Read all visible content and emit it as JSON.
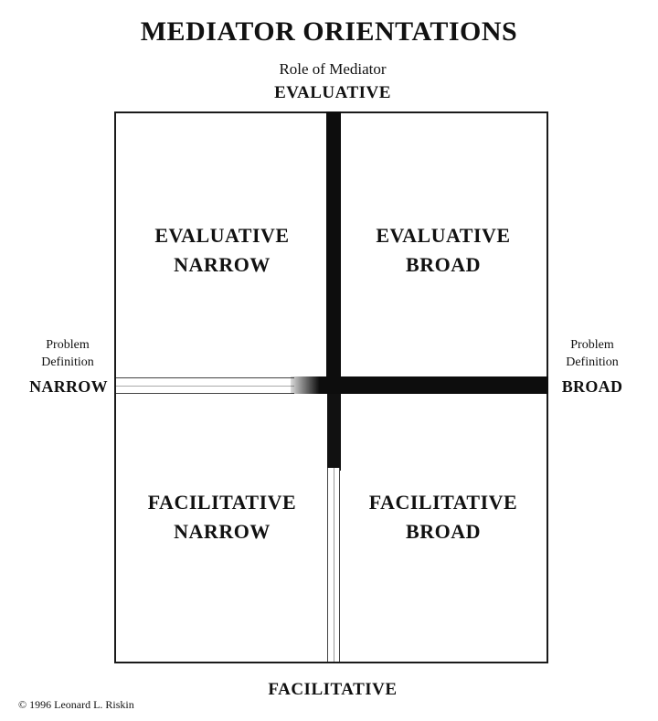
{
  "title": "MEDIATOR ORIENTATIONS",
  "top_axis": {
    "caption": "Role of Mediator",
    "label": "EVALUATIVE"
  },
  "bottom_axis": {
    "label": "FACILITATIVE"
  },
  "left_axis": {
    "caption": [
      "Problem",
      "Definition"
    ],
    "label": "NARROW"
  },
  "right_axis": {
    "caption": [
      "Problem",
      "Definition"
    ],
    "label": "BROAD"
  },
  "quadrants": {
    "evaluative_narrow": [
      "EVALUATIVE",
      "NARROW"
    ],
    "evaluative_broad": [
      "EVALUATIVE",
      "BROAD"
    ],
    "facilitative_narrow": [
      "FACILITATIVE",
      "NARROW"
    ],
    "facilitative_broad": [
      "FACILITATIVE",
      "BROAD"
    ]
  },
  "copyright": "© 1996 Leonard L. Riskin"
}
